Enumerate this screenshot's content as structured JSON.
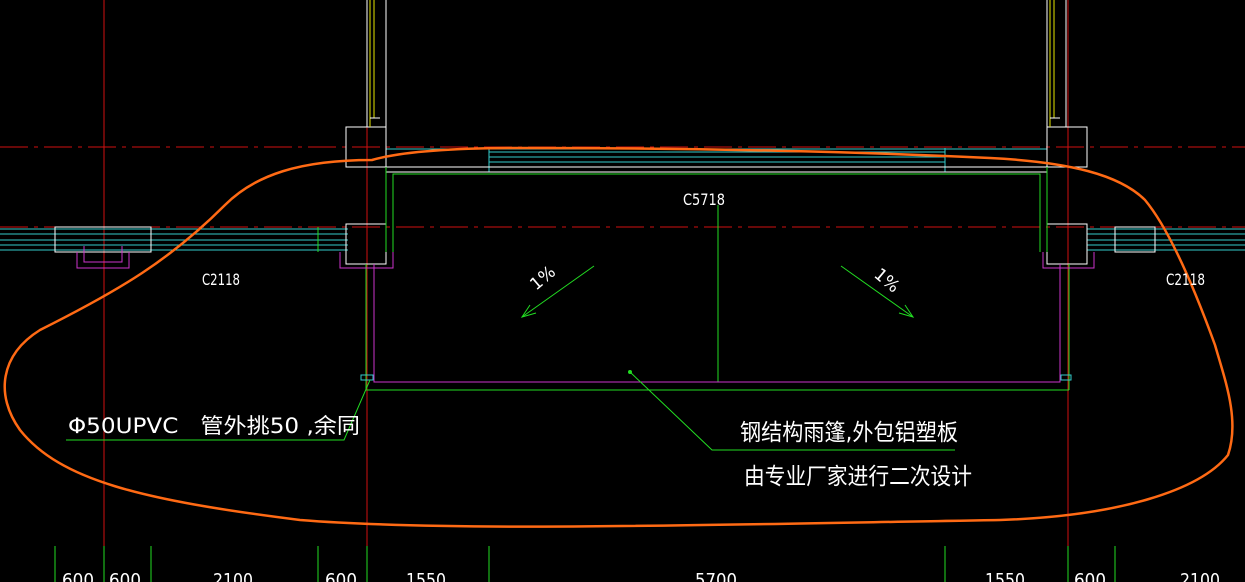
{
  "drawing": {
    "window_labels": {
      "left": "C2118",
      "center": "C5718",
      "right": "C2118"
    },
    "slope_left": "1%",
    "slope_right": "1%",
    "pipe_note": "Φ50UPVC   管外挑50 ,余同",
    "canopy_note_line1": "钢结构雨篷,外包铝塑板",
    "canopy_note_line2": "由专业厂家进行二次设计",
    "dimensions": [
      "600",
      "600",
      "2100",
      "600",
      "1550",
      "5700",
      "1550",
      "600",
      "2100"
    ]
  },
  "colors": {
    "background": "#000000",
    "axis_red": "#d01010",
    "wall_cyan": "#33cccc",
    "green": "#22dd22",
    "magenta": "#cc33cc",
    "yellow": "#e6e600",
    "white": "#ffffff",
    "revision_orange": "#ff6a14"
  }
}
